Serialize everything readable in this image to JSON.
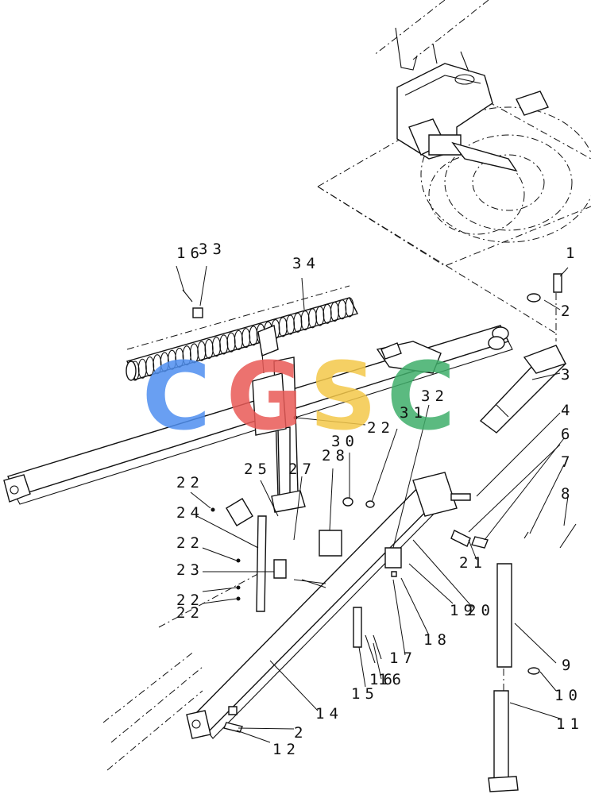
{
  "diagram": {
    "callouts": [
      "1",
      "2",
      "3",
      "4",
      "6",
      "7",
      "8",
      "9",
      "10",
      "11",
      "12",
      "14",
      "15",
      "16",
      "16",
      "16",
      "17",
      "18",
      "19",
      "20",
      "21",
      "22",
      "22",
      "22",
      "22",
      "22",
      "23",
      "24",
      "25",
      "27",
      "28",
      "30",
      "31",
      "32",
      "33",
      "34",
      "2"
    ],
    "watermark": {
      "text": "CGSC",
      "letter_colors": [
        "#4f8ff0",
        "#e95a57",
        "#f4c84a",
        "#3fae6a"
      ]
    }
  }
}
